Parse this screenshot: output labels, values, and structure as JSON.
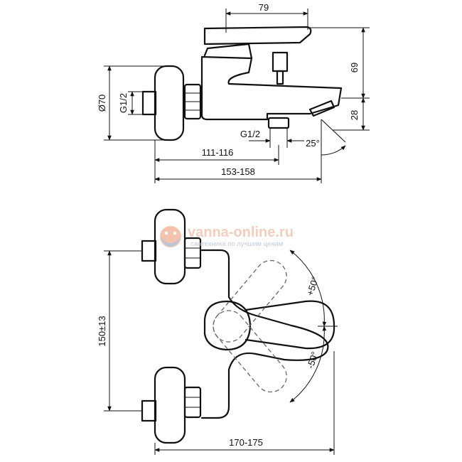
{
  "dimensions": {
    "top_width": "79",
    "height_69": "69",
    "height_28": "28",
    "diameter": "Ø70",
    "thread_left": "G1/2",
    "thread_bottom": "G1/2",
    "angle_spout": "25°",
    "depth_short": "111-116",
    "depth_long": "153-158",
    "centers": "150±13",
    "overall_width": "170-175",
    "angle_plus": "+50°",
    "angle_minus": "-50°"
  },
  "watermark": {
    "brand": "vanna-online.ru",
    "tagline": "сантехника по лучшим ценам"
  }
}
